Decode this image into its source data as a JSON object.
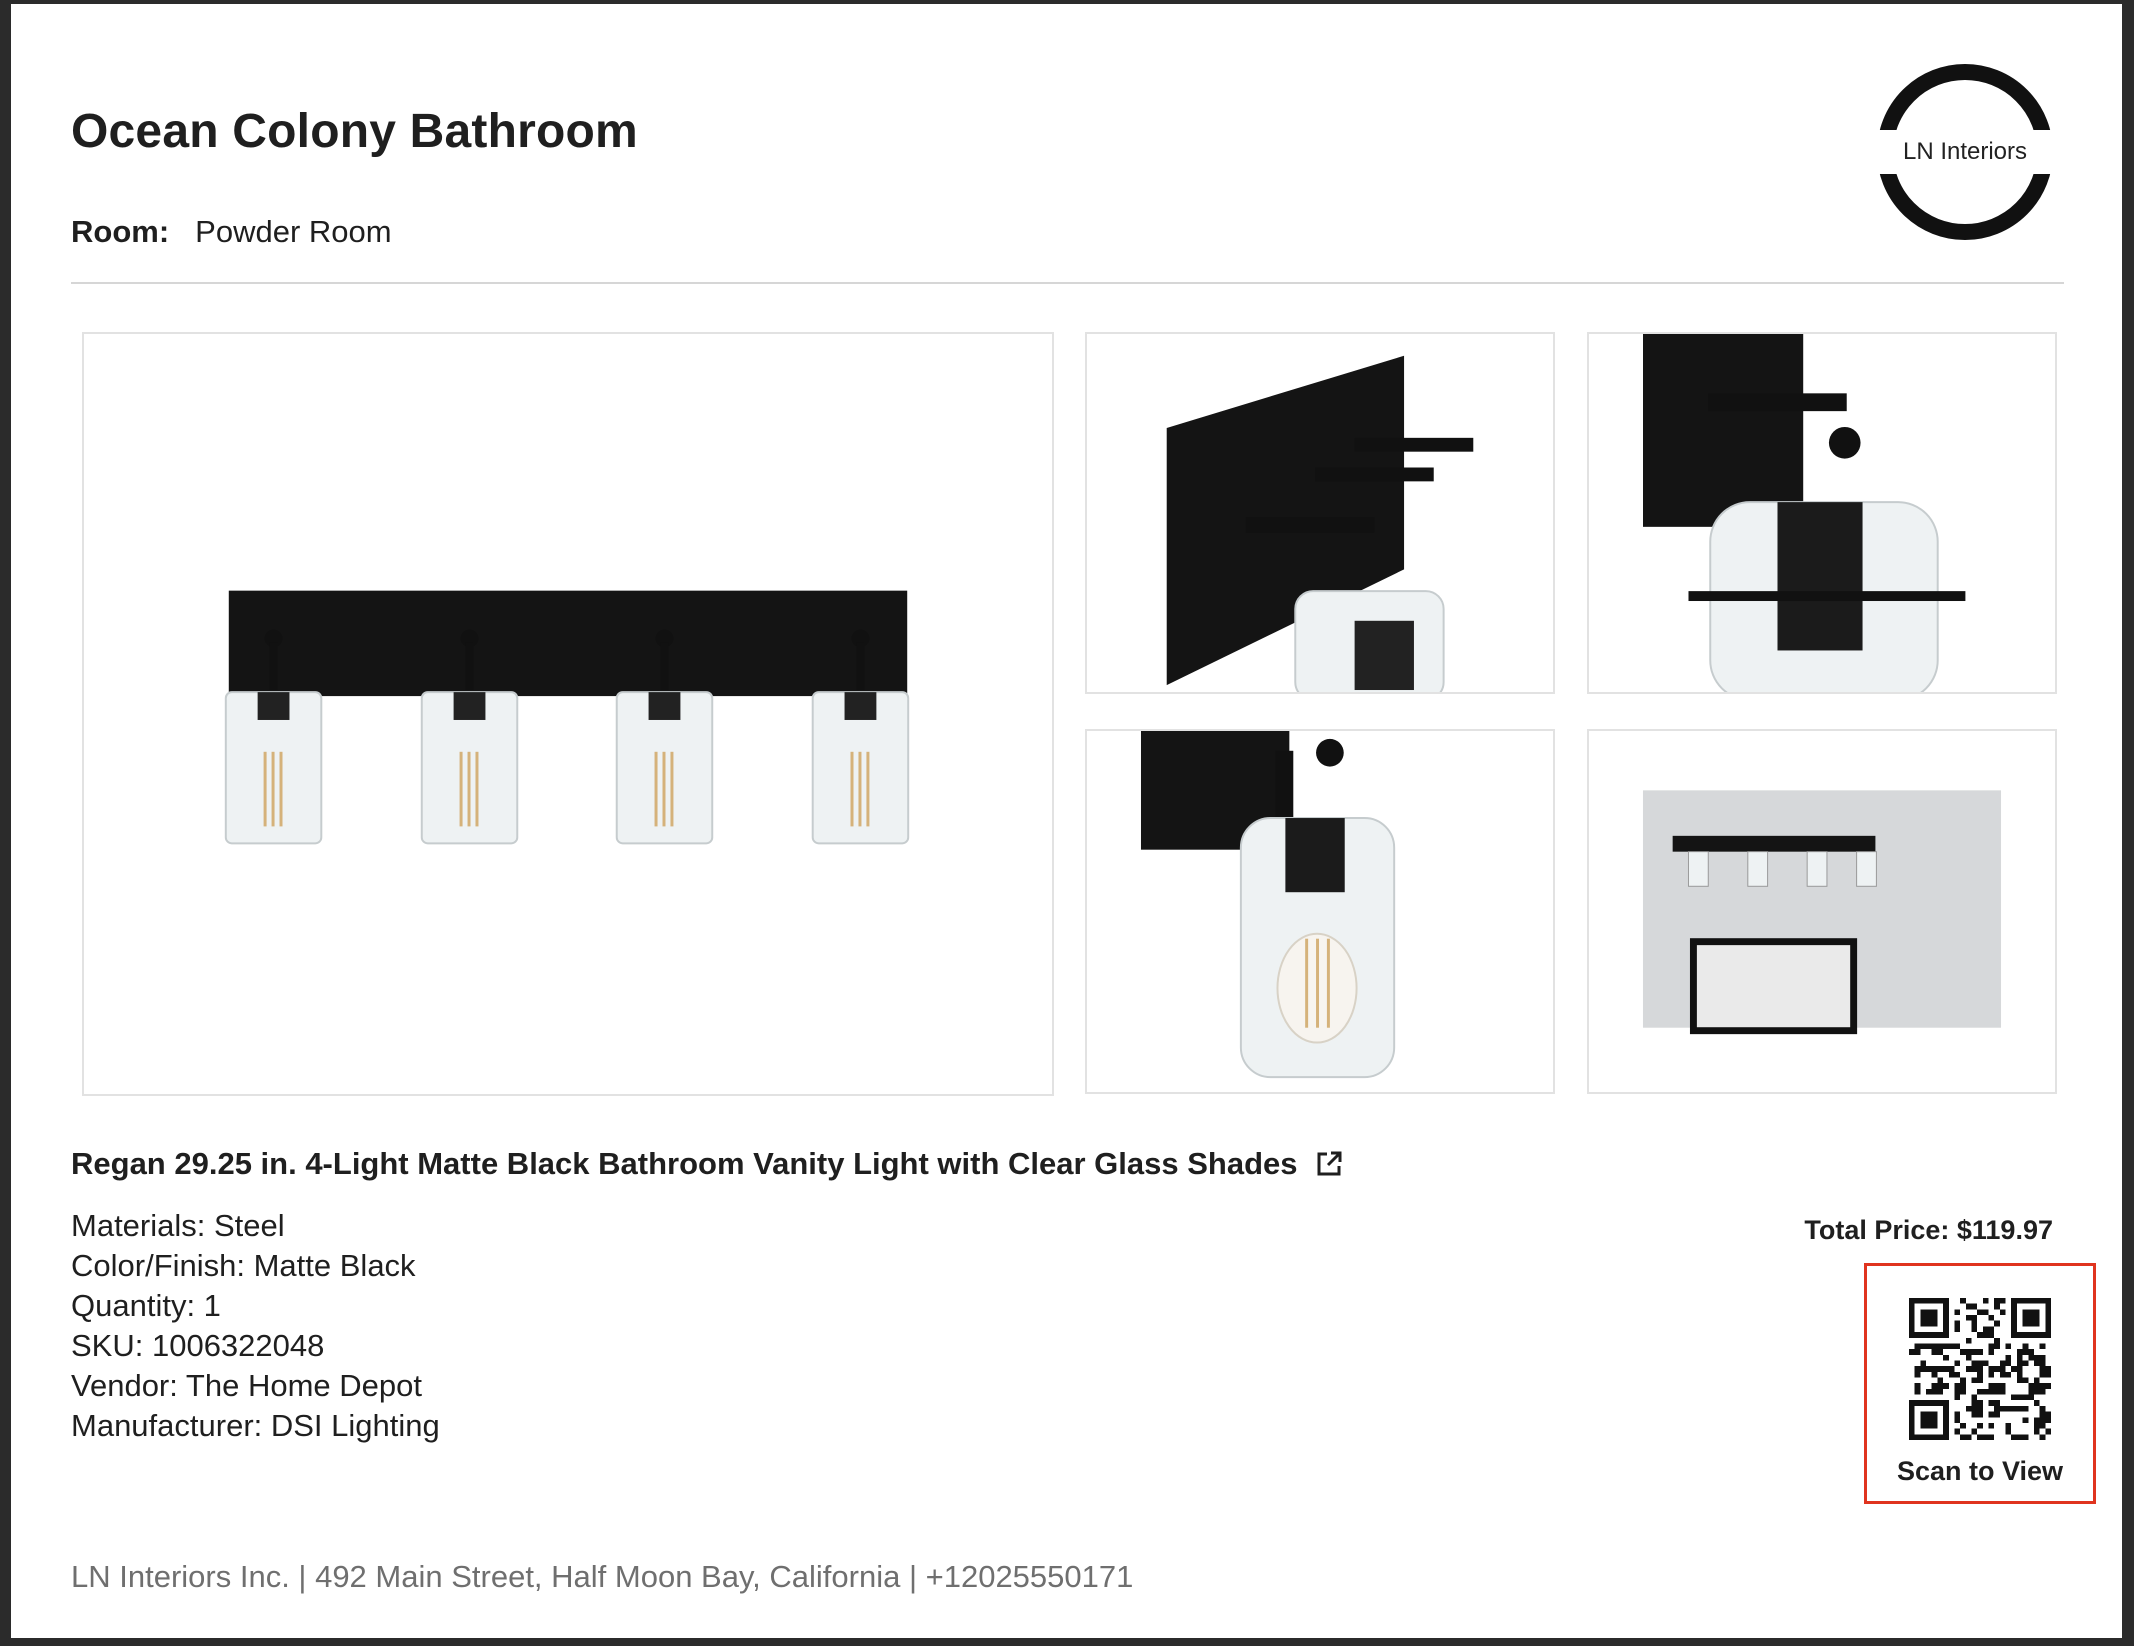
{
  "header": {
    "title": "Ocean Colony Bathroom",
    "room_label": "Room:",
    "room_value": "Powder Room",
    "logo_text": "LN Interiors"
  },
  "product": {
    "name": "Regan 29.25 in. 4-Light Matte Black Bathroom Vanity Light with Clear Glass Shades",
    "link_icon": "external-link-icon",
    "specs": [
      "Materials: Steel",
      "Color/Finish: Matte Black",
      "Quantity: 1",
      "SKU: 1006322048",
      "Vendor: The Home Depot",
      "Manufacturer: DSI Lighting"
    ],
    "total_price": "Total Price: $119.97"
  },
  "qr": {
    "caption": "Scan to View"
  },
  "footer": {
    "text": "LN Interiors Inc. | 492 Main Street, Half Moon Bay, California | +12025550171"
  },
  "colors": {
    "accent_border": "#e0341f",
    "fixture_black": "#141414"
  }
}
